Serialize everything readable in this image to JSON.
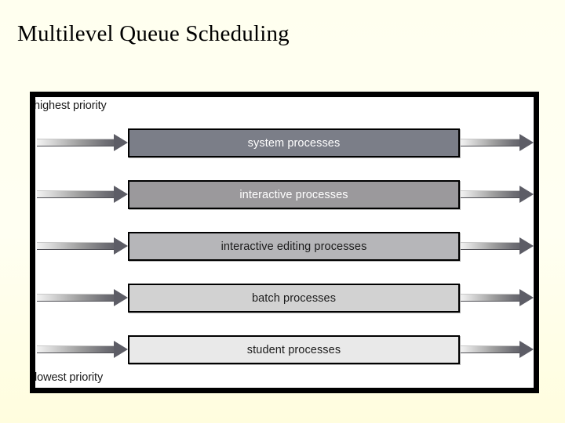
{
  "slide": {
    "title": "Multilevel Queue Scheduling",
    "background_color": "#fffff0"
  },
  "figure": {
    "frame_color": "#000000",
    "canvas_color": "#ffffff",
    "top_caption": "highest priority",
    "bottom_caption": "lowest priority",
    "queues": [
      {
        "label": "system processes",
        "fill_color": "#7b7e88",
        "text_color": "#ffffff",
        "priority_rank": 1,
        "incoming_arrow": "arrow-right-glyph",
        "outgoing_arrow": "arrow-right-glyph"
      },
      {
        "label": "interactive processes",
        "fill_color": "#9b999c",
        "text_color": "#ffffff",
        "priority_rank": 2,
        "incoming_arrow": "arrow-right-glyph",
        "outgoing_arrow": "arrow-right-glyph"
      },
      {
        "label": "interactive editing processes",
        "fill_color": "#b6b6b9",
        "text_color": "#1c1c1c",
        "priority_rank": 3,
        "incoming_arrow": "arrow-right-glyph",
        "outgoing_arrow": "arrow-right-glyph"
      },
      {
        "label": "batch processes",
        "fill_color": "#d2d2d2",
        "text_color": "#1c1c1c",
        "priority_rank": 4,
        "incoming_arrow": "arrow-right-glyph",
        "outgoing_arrow": "arrow-right-glyph"
      },
      {
        "label": "student processes",
        "fill_color": "#e9e9e9",
        "text_color": "#1c1c1c",
        "priority_rank": 5,
        "incoming_arrow": "arrow-right-glyph",
        "outgoing_arrow": "arrow-right-glyph"
      }
    ]
  }
}
